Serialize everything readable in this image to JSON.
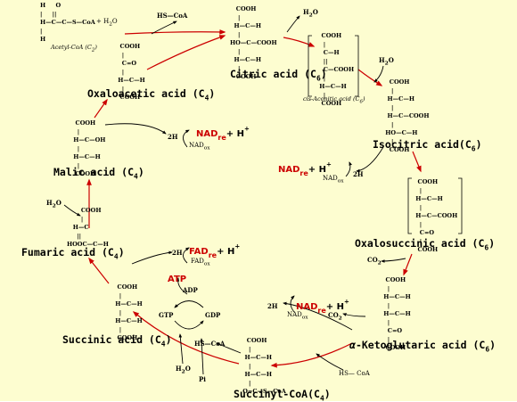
{
  "compounds": {
    "acetyl": "Acetyl-CoA (C",
    "acetyl_n": "2",
    "citric": "Citric acid (C",
    "citric_n": "6",
    "cis": "cis-Aconitic acid (C",
    "cis_n": "6",
    "isocitric": "Isocitric acid(C",
    "isocitric_n": "6",
    "oxalosuccinic": "Oxalosuccinic acid (C",
    "oxalosuccinic_n": "6",
    "ketoglutaric": "-Ketoglutaric acid (C",
    "ketoglutaric_n": "6",
    "succinylcoa": "Succinyl-CoA(C",
    "succinylcoa_n": "4",
    "succinic": "Succinic acid (C",
    "succinic_n": "4",
    "fumaric": "Fumaric acid (C",
    "fumaric_n": "4",
    "malic": "Malic acid (C",
    "malic_n": "4",
    "oxaloacetic": "Oxaloacetic acid (C",
    "oxaloacetic_n": "4"
  },
  "cofactors": {
    "nad_red": "NAD",
    "nad_red_sub": "re",
    "plus_h": "+ H",
    "plus_sup": "+",
    "nad_ox": "NAD",
    "nad_ox_sub": "ox",
    "fad_red": "FAD",
    "fad_red_sub": "re",
    "fad_ox": "FAD",
    "fad_ox_sub": "ox",
    "two_h": "2H",
    "water": "H",
    "water_sub": "2",
    "water_o": "O",
    "co2": "CO",
    "co2_sub": "2",
    "atp": "ATP",
    "adp": "ADP",
    "gtp": "GTP",
    "gdp": "GDP",
    "pi": "Pi",
    "hs_coa": "HS—CoA",
    "hs_coa2": "HS— CoA",
    "plus_h2o": "+  H",
    "beta": "α"
  },
  "structures": {
    "acetyl": "H     O\n|     ||\nH—C—C—S—CoA\n|\nH",
    "citric": "   COOH\n    |\n  H—C—H\n    |\nHO—C—COOH\n    |\n  H—C—H\n    |\n   COOH",
    "cis": "  COOH\n   |\n   C—H\n   ||\n   C—COOH\n   |\n H—C—H\n   |\n  COOH",
    "isocitric": "   COOH\n    |\n  H—C—H\n    |\n  H—C—COOH\n    |\n HO—C—H\n    |\n   COOH",
    "oxalosuccinic": "  COOH\n   |\n H—C—H\n   |\n H—C—COOH\n   |\n   C=O\n   |\n  COOH",
    "ketoglutaric": "  COOH\n   |\n H—C—H\n   |\n H—C—H\n   |\n   C=O\n   |\n  COOH",
    "succinylcoa": "   COOH\n    |\n  H—C—H\n    |\n  H—C—H\n    |\n O=C—S—CoA",
    "succinic": "  COOH\n   |\n H—C—H\n   |\n H—C—H\n   |\n  COOH",
    "fumaric": "       COOH\n       |\n   H—C\n     ||\nHOOC—C—H",
    "malic": "  COOH\n   |\n H—C—OH\n   |\n H—C—H\n   |\n  COOH",
    "oxaloacetic": "  COOH\n   |\n   C=O\n   |\n H—C—H\n   |\n  COOH"
  },
  "colors": {
    "background": "#fdfdd0",
    "reaction_arrow": "#cc0000",
    "side_arrow": "#000000",
    "highlight_text": "#cc0000"
  }
}
